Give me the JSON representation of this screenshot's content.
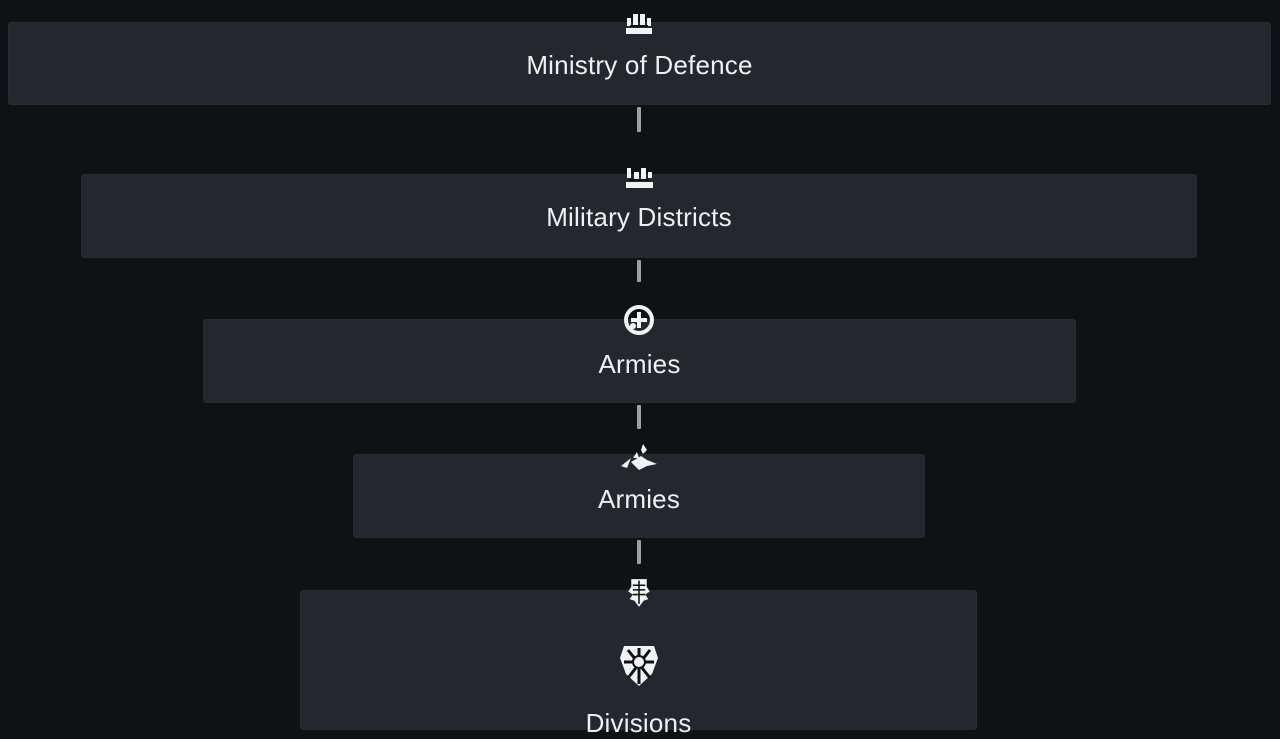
{
  "hierarchy": {
    "levels": [
      {
        "id": "lvl1",
        "label": "Ministry of Defence",
        "icon": "crown-emblem-icon"
      },
      {
        "id": "lvl2",
        "label": "Military Districts",
        "icon": "crown-emblem-icon"
      },
      {
        "id": "lvl3",
        "label": "Armies",
        "icon": "globe-emblem-icon"
      },
      {
        "id": "lvl4",
        "label": "Armies",
        "icon": "eagle-emblem-icon"
      },
      {
        "id": "lvl5",
        "label": "Divisions",
        "icon": "heraldic-shield-icon"
      }
    ]
  },
  "colors": {
    "background": "#0f1115",
    "box": "#24272d",
    "text": "#eef0f3",
    "connector": "#9aa0a8"
  }
}
